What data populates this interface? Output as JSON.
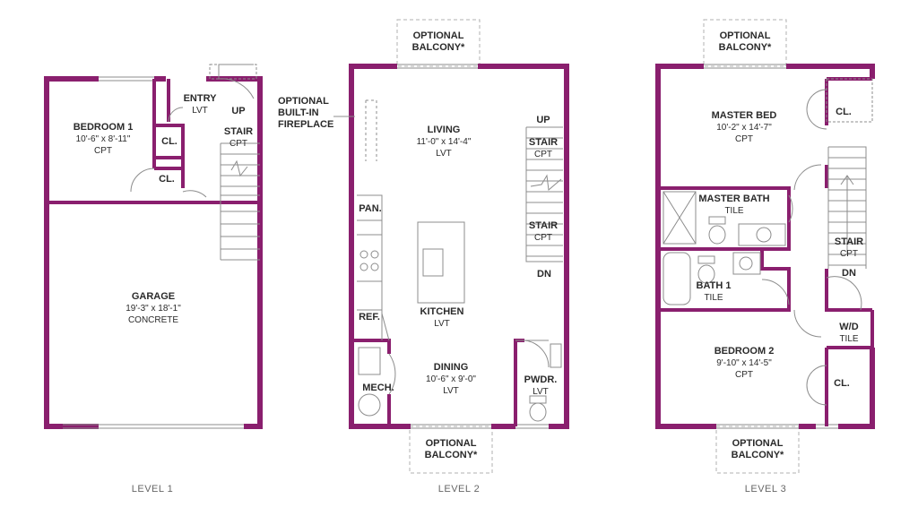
{
  "wall_color": "#8a1f6e",
  "line_color": "#8c8c8c",
  "levels": [
    "LEVEL 1",
    "LEVEL 2",
    "LEVEL 3"
  ],
  "level1": {
    "bedroom1": {
      "name": "BEDROOM 1",
      "dims": "10'-6\" x 8'-11\"",
      "finish": "CPT"
    },
    "entry": {
      "name": "ENTRY",
      "finish": "LVT"
    },
    "up": "UP",
    "stair": {
      "name": "STAIR",
      "finish": "CPT"
    },
    "closet_a": "CL.",
    "closet_b": "CL.",
    "garage": {
      "name": "GARAGE",
      "dims": "19'-3\" x 18'-1\"",
      "finish": "CONCRETE"
    }
  },
  "level2": {
    "balcony_top": [
      "OPTIONAL",
      "BALCONY*"
    ],
    "fireplace": [
      "OPTIONAL",
      "BUILT-IN",
      "FIREPLACE"
    ],
    "living": {
      "name": "LIVING",
      "dims": "11'-0\" x 14'-4\"",
      "finish": "LVT"
    },
    "up": "UP",
    "stair_up": {
      "name": "STAIR",
      "finish": "CPT"
    },
    "stair_dn": {
      "name": "STAIR",
      "finish": "CPT"
    },
    "dn": "DN",
    "pantry": "PAN.",
    "fridge": "REF.",
    "kitchen": {
      "name": "KITCHEN",
      "finish": "LVT"
    },
    "dining": {
      "name": "DINING",
      "dims": "10'-6\" x 9'-0\"",
      "finish": "LVT"
    },
    "mech": "MECH.",
    "powder": {
      "name": "PWDR.",
      "finish": "LVT"
    },
    "balcony_bottom": [
      "OPTIONAL",
      "BALCONY*"
    ]
  },
  "level3": {
    "balcony_top": [
      "OPTIONAL",
      "BALCONY*"
    ],
    "master_bed": {
      "name": "MASTER BED",
      "dims": "10'-2\" x 14'-7\"",
      "finish": "CPT"
    },
    "closet_master": "CL.",
    "master_bath": {
      "name": "MASTER BATH",
      "finish": "TILE"
    },
    "stair": {
      "name": "STAIR",
      "finish": "CPT"
    },
    "dn": "DN",
    "bath1": {
      "name": "BATH 1",
      "finish": "TILE"
    },
    "wd": {
      "name": "W/D",
      "finish": "TILE"
    },
    "bedroom2": {
      "name": "BEDROOM 2",
      "dims": "9'-10\" x 14'-5\"",
      "finish": "CPT"
    },
    "closet_bed2": "CL.",
    "balcony_bottom": [
      "OPTIONAL",
      "BALCONY*"
    ]
  }
}
